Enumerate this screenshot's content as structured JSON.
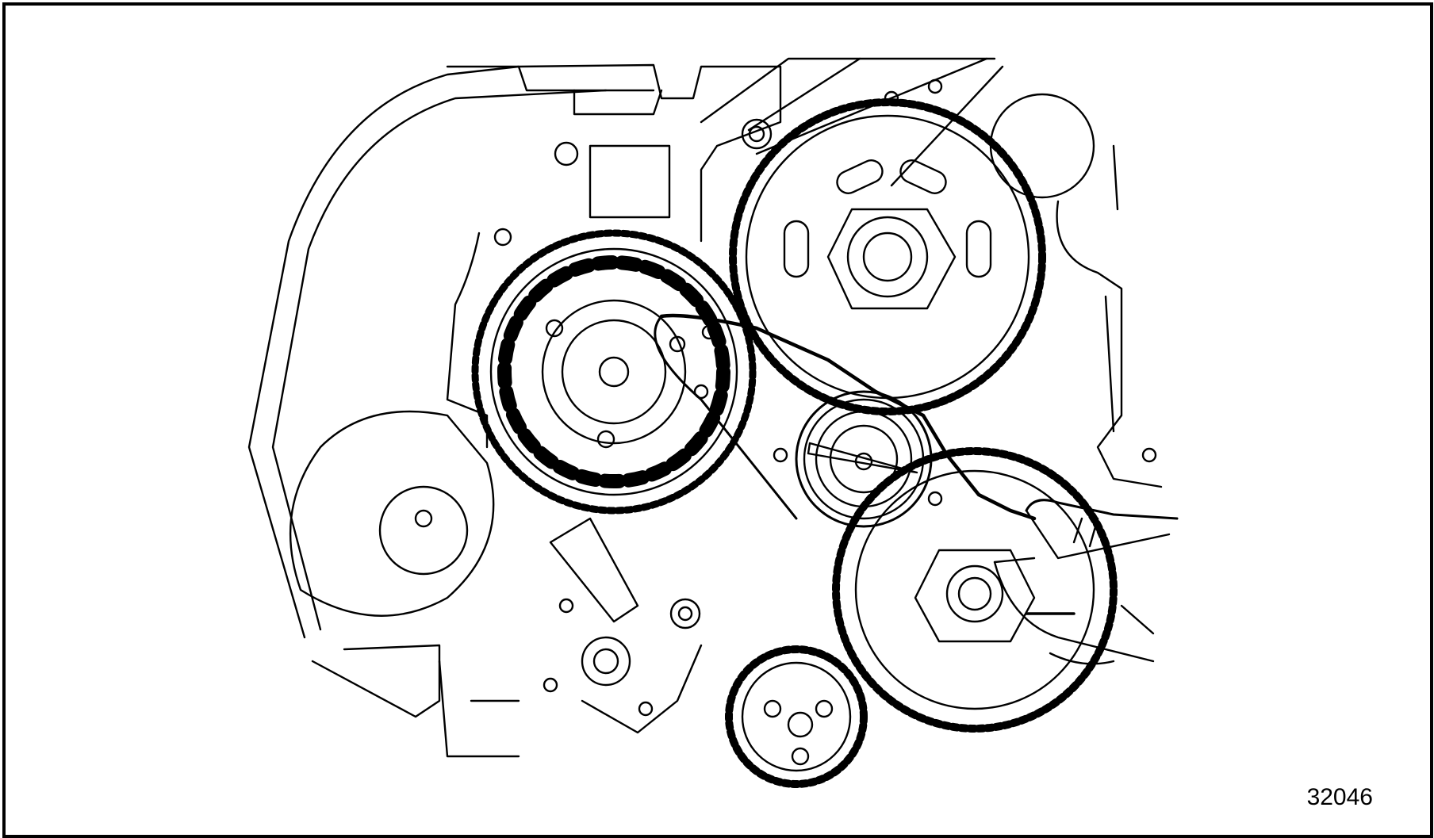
{
  "figure": {
    "number": "32046",
    "subject": "engine timing gear train with tensioner pulley being adjusted by hand",
    "line_color": "#000000",
    "background_color": "#ffffff"
  },
  "components": {
    "cam_gear_left": {
      "label": "cam gear with rectangular timing slots"
    },
    "cam_gear_right": {
      "label": "cam gear with hex nut and kidney slots"
    },
    "tensioner_pulley": {
      "label": "tensioner pulley with pointer"
    },
    "tensioner_arm": {
      "label": "tensioner arm"
    },
    "lower_idler_gear": {
      "label": "lower idler gear with hex nut"
    },
    "small_lower_gear": {
      "label": "small lower gear"
    },
    "hand": {
      "label": "hand holding tensioner"
    }
  }
}
